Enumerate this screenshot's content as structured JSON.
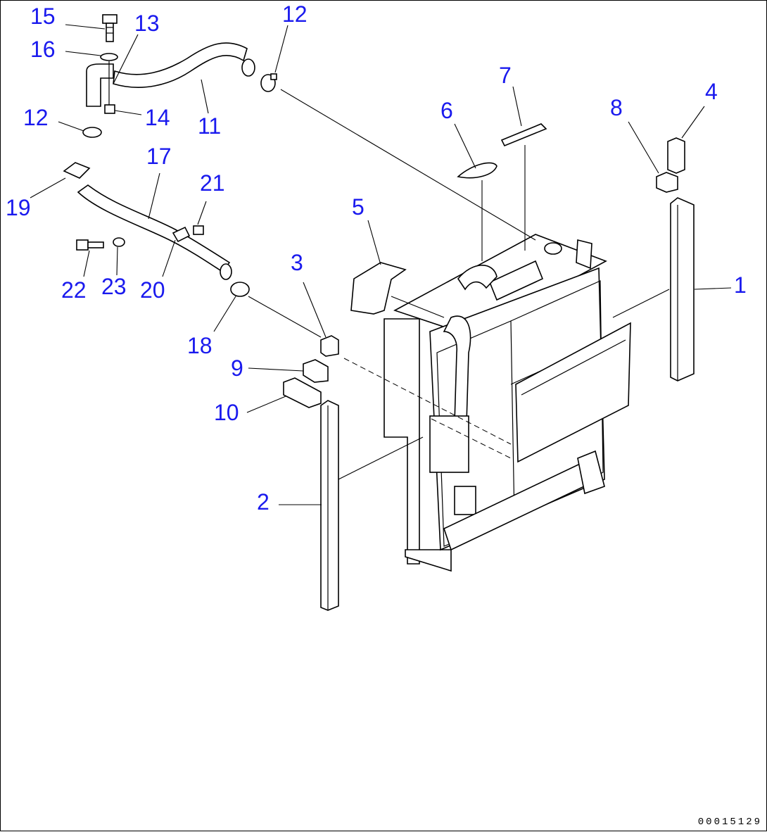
{
  "diagram": {
    "drawing_id": "00015129",
    "callouts": [
      "15",
      "16",
      "13",
      "12",
      "14",
      "11",
      "12",
      "17",
      "21",
      "19",
      "22",
      "23",
      "20",
      "18",
      "3",
      "9",
      "10",
      "2",
      "5",
      "6",
      "7",
      "8",
      "4",
      "1"
    ]
  }
}
